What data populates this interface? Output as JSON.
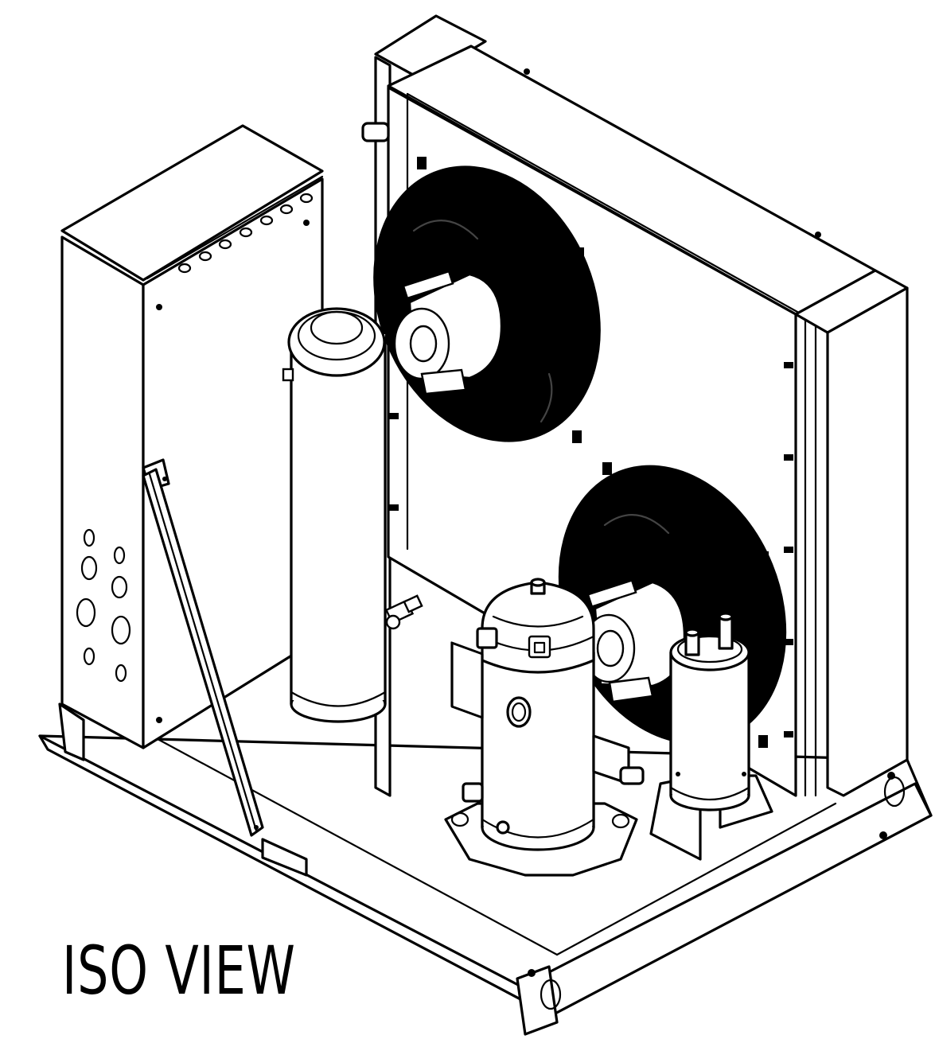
{
  "view_label": "ISO VIEW",
  "colors": {
    "line": "#000000",
    "background": "#ffffff"
  },
  "parts": [
    "base-frame",
    "control-box",
    "diagonal-brace",
    "liquid-receiver",
    "condenser-coil",
    "upper-fan",
    "lower-fan",
    "scroll-compressor",
    "suction-accumulator"
  ]
}
